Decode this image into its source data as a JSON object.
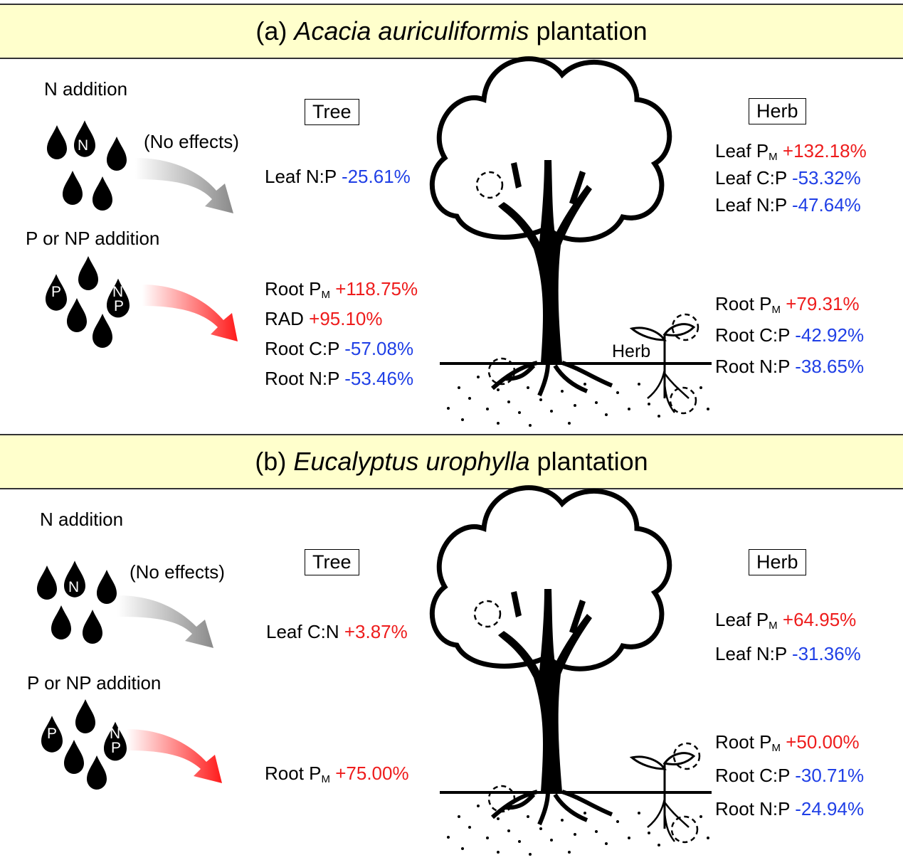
{
  "panels": [
    {
      "title_prefix": "(a)",
      "title_species": "Acacia auriculiformis",
      "title_suffix": "plantation",
      "n_addition_label": "N addition",
      "no_effects_label": "(No effects)",
      "p_np_addition_label": "P or NP addition",
      "drop_letters": {
        "n": "N",
        "p": "P",
        "np_n": "N",
        "np_p": "P"
      },
      "tree_label": "Tree",
      "herb_box_label": "Herb",
      "herb_plant_label": "Herb",
      "tree_leaf_effects": [
        {
          "name": "Leaf N:P",
          "sub": "",
          "value": "-25.61%",
          "dir": "neg"
        }
      ],
      "tree_root_effects": [
        {
          "name": "Root P",
          "sub": "M",
          "value": "+118.75%",
          "dir": "pos"
        },
        {
          "name": "RAD",
          "sub": "",
          "value": "+95.10%",
          "dir": "pos"
        },
        {
          "name": "Root C:P",
          "sub": "",
          "value": "-57.08%",
          "dir": "neg"
        },
        {
          "name": "Root N:P",
          "sub": "",
          "value": "-53.46%",
          "dir": "neg"
        }
      ],
      "herb_leaf_effects": [
        {
          "name": "Leaf P",
          "sub": "M",
          "value": "+132.18%",
          "dir": "pos"
        },
        {
          "name": "Leaf C:P",
          "sub": "",
          "value": "-53.32%",
          "dir": "neg"
        },
        {
          "name": "Leaf N:P",
          "sub": "",
          "value": "-47.64%",
          "dir": "neg"
        }
      ],
      "herb_root_effects": [
        {
          "name": "Root P",
          "sub": "M",
          "value": "+79.31%",
          "dir": "pos"
        },
        {
          "name": "Root C:P",
          "sub": "",
          "value": "-42.92%",
          "dir": "neg"
        },
        {
          "name": "Root N:P",
          "sub": "",
          "value": "-38.65%",
          "dir": "neg"
        }
      ]
    },
    {
      "title_prefix": "(b)",
      "title_species": "Eucalyptus urophylla",
      "title_suffix": "plantation",
      "n_addition_label": "N addition",
      "no_effects_label": "(No effects)",
      "p_np_addition_label": "P or NP addition",
      "drop_letters": {
        "n": "N",
        "p": "P",
        "np_n": "N",
        "np_p": "P"
      },
      "tree_label": "Tree",
      "herb_box_label": "Herb",
      "herb_plant_label": "",
      "tree_leaf_effects": [
        {
          "name": "Leaf C:N",
          "sub": "",
          "value": "+3.87%",
          "dir": "pos"
        }
      ],
      "tree_root_effects": [
        {
          "name": "Root P",
          "sub": "M",
          "value": "+75.00%",
          "dir": "pos"
        }
      ],
      "herb_leaf_effects": [
        {
          "name": "Leaf P",
          "sub": "M",
          "value": "+64.95%",
          "dir": "pos"
        },
        {
          "name": "Leaf N:P",
          "sub": "",
          "value": "-31.36%",
          "dir": "neg"
        }
      ],
      "herb_root_effects": [
        {
          "name": "Root P",
          "sub": "M",
          "value": "+50.00%",
          "dir": "pos"
        },
        {
          "name": "Root C:P",
          "sub": "",
          "value": "-30.71%",
          "dir": "neg"
        },
        {
          "name": "Root N:P",
          "sub": "",
          "value": "-24.94%",
          "dir": "neg"
        }
      ]
    }
  ],
  "colors": {
    "banner_bg": "#ffffcc",
    "negative": "#1f3fe6",
    "positive": "#ee1c1c",
    "no_effect_arrow": "#999999",
    "p_effect_arrow": "#ff2020"
  },
  "icons": [
    "water-drop-icon",
    "tree-icon",
    "seedling-icon",
    "gradient-arrow-icon"
  ]
}
